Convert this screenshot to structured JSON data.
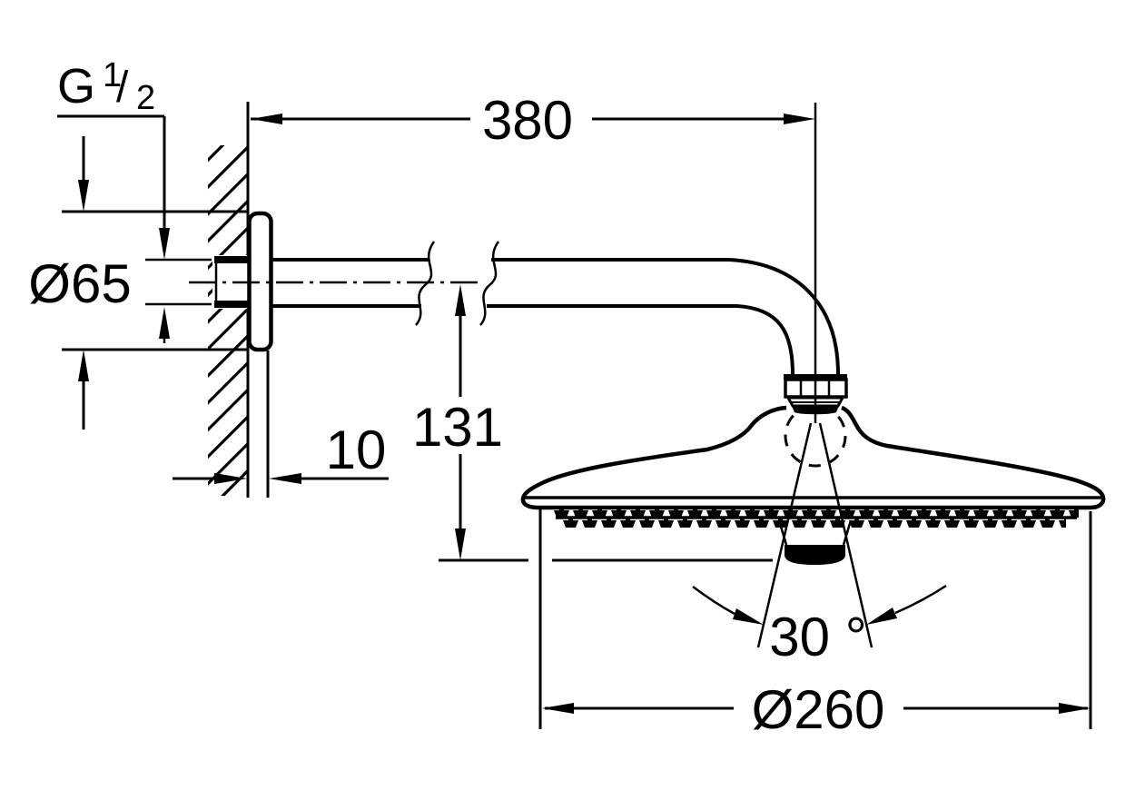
{
  "drawing": {
    "type": "shower-head-with-arm-technical-dimension-drawing",
    "background": "#ffffff",
    "line_color": "#000000",
    "labels": {
      "thread": {
        "letter": "G",
        "numerator": "1",
        "slash": "/",
        "denominator": "2"
      },
      "flange_diameter": "Ø65",
      "arm_length": "380",
      "wall_thickness": "10",
      "drop_height": "131",
      "spray_angle": "30 °",
      "head_diameter": "Ø260"
    }
  }
}
